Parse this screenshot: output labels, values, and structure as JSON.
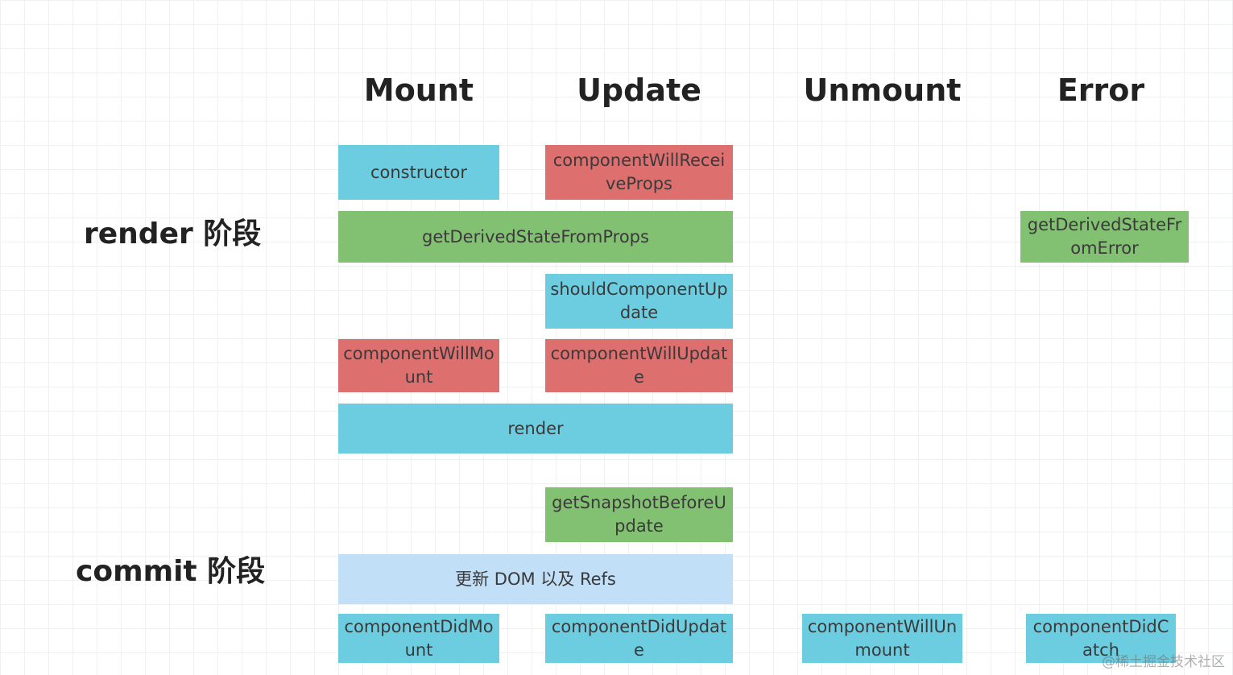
{
  "columns": {
    "mount": "Mount",
    "update": "Update",
    "unmount": "Unmount",
    "error": "Error"
  },
  "phases": {
    "render": "render 阶段",
    "commit": "commit 阶段"
  },
  "boxes": {
    "constructor": "constructor",
    "component_will_receive_props": "componentWillReceiveProps",
    "get_derived_state_from_props": "getDerivedStateFromProps",
    "get_derived_state_from_error": "getDerivedStateFromError",
    "should_component_update": "shouldComponentUpdate",
    "component_will_mount": "componentWillMount",
    "component_will_update": "componentWillUpdate",
    "render": "render",
    "get_snapshot_before_update": "getSnapshotBeforeUpdate",
    "update_dom_refs": "更新 DOM 以及 Refs",
    "component_did_mount": "componentDidMount",
    "component_did_update": "componentDidUpdate",
    "component_will_unmount": "componentWillUnmount",
    "component_did_catch": "componentDidCatch"
  },
  "legend_colors": {
    "common_lifecycle": "#6ccde0",
    "deprecated_lifecycle": "#de6f6f",
    "new_lifecycle": "#82c072",
    "react_internal": "#c2dff8"
  },
  "watermark": "@稀土掘金技术社区"
}
